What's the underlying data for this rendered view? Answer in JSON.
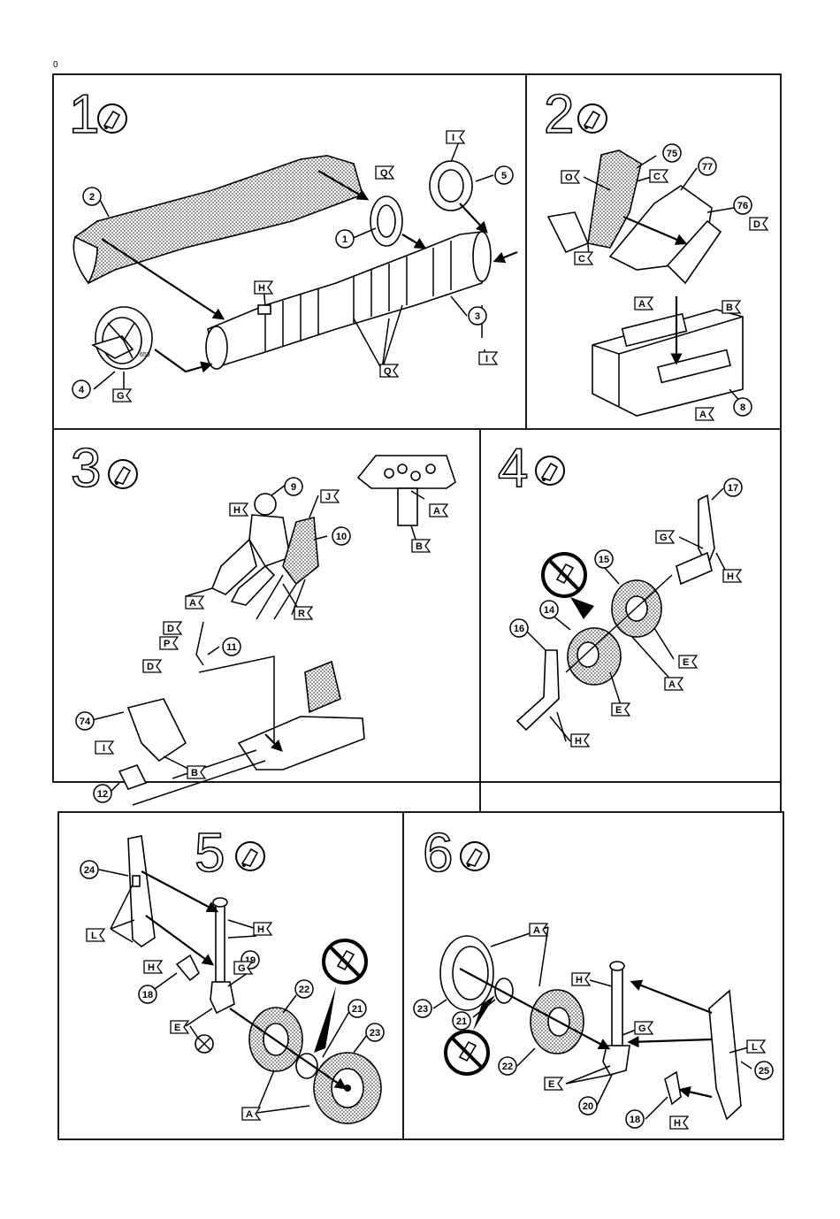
{
  "page_number": "0",
  "steps": [
    {
      "number": "1",
      "callouts": [
        "2",
        "1",
        "5",
        "3",
        "4"
      ],
      "tags": [
        "Q",
        "I",
        "H",
        "Q",
        "I",
        "G"
      ],
      "stamp": "653"
    },
    {
      "number": "2",
      "callouts": [
        "75",
        "77",
        "76",
        "8"
      ],
      "tags": [
        "O",
        "C",
        "C",
        "D",
        "A",
        "B",
        "A"
      ]
    },
    {
      "number": "3",
      "callouts": [
        "9",
        "10",
        "11",
        "74",
        "12"
      ],
      "tags": [
        "H",
        "J",
        "A",
        "R",
        "A",
        "B",
        "D",
        "P",
        "D",
        "I",
        "B"
      ]
    },
    {
      "number": "4",
      "callouts": [
        "17",
        "15",
        "14",
        "16"
      ],
      "tags": [
        "G",
        "H",
        "E",
        "A",
        "E",
        "H"
      ]
    },
    {
      "number": "5",
      "callouts": [
        "24",
        "19",
        "18",
        "22",
        "21",
        "23"
      ],
      "tags": [
        "L",
        "H",
        "H",
        "G",
        "E",
        "A"
      ]
    },
    {
      "number": "6",
      "callouts": [
        "23",
        "21",
        "22",
        "20",
        "18",
        "25"
      ],
      "tags": [
        "A",
        "H",
        "G",
        "E",
        "L",
        "H"
      ]
    }
  ]
}
